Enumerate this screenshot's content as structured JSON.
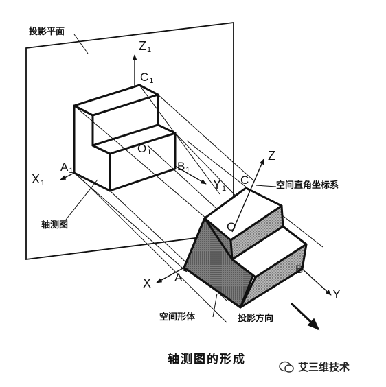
{
  "labels": {
    "projection_plane": "投影平面",
    "axonometric_drawing": "轴测图",
    "space_cartesian": "空间直角坐标系",
    "space_object": "空间形体",
    "projection_direction": "投影方向"
  },
  "projected_axes": {
    "z": {
      "letter": "Z",
      "sub": "1"
    },
    "x": {
      "letter": "X",
      "sub": "1"
    },
    "y": {
      "letter": "Y",
      "sub": "1"
    },
    "a": {
      "letter": "A",
      "sub": "1"
    },
    "b": {
      "letter": "B",
      "sub": "1"
    },
    "c": {
      "letter": "C",
      "sub": "1"
    },
    "o": {
      "letter": "O",
      "sub": "1"
    }
  },
  "space_axes": {
    "z": "Z",
    "x": "X",
    "y": "Y",
    "a": "A",
    "b": "B",
    "c": "C",
    "o": "O"
  },
  "caption": "轴测图的形成",
  "watermark": "艾三维技术",
  "colors": {
    "ink": "#111111",
    "plane": "#ffffff",
    "shade": "#8a8a8a"
  }
}
